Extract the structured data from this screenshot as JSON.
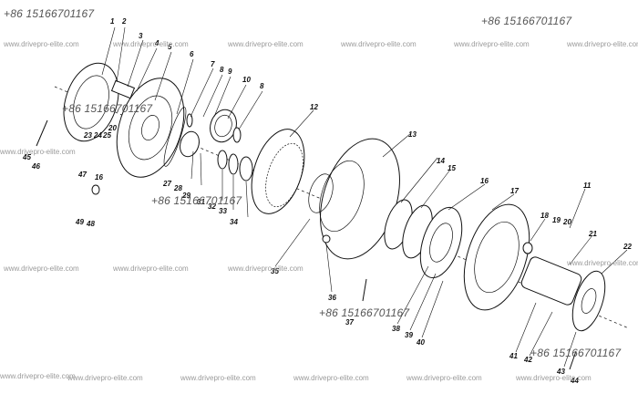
{
  "contact": {
    "phone": "+86 15166701167"
  },
  "watermark": {
    "text": "www.drivepro-elite.com"
  },
  "part_labels": [
    "1",
    "2",
    "3",
    "4",
    "5",
    "6",
    "7",
    "8",
    "9",
    "10",
    "8",
    "12",
    "13",
    "14",
    "15",
    "16",
    "17",
    "11",
    "18",
    "19",
    "20",
    "21",
    "22",
    "20",
    "23",
    "24",
    "25",
    "16",
    "27",
    "28",
    "29",
    "31",
    "32",
    "33",
    "34",
    "35",
    "36",
    "37",
    "38",
    "39",
    "40",
    "41",
    "42",
    "43",
    "44",
    "45",
    "46",
    "47",
    "48",
    "49"
  ]
}
